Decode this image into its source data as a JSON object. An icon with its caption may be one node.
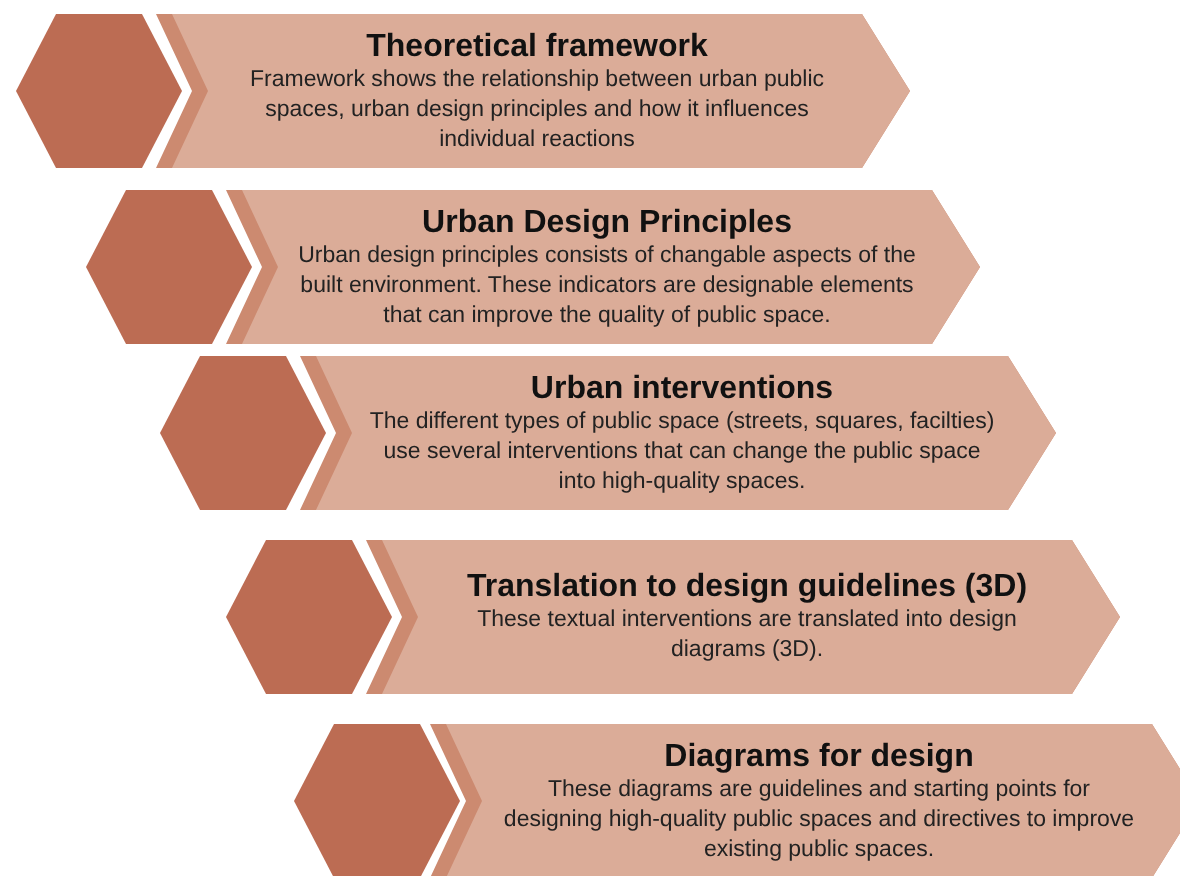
{
  "diagram": {
    "nodes": [
      {
        "text": [],
        "shape": "hexagon"
      },
      {
        "text": [
          "Theoretical framework",
          "Framework shows the relationship between urban public spaces, urban design principles and how it influences individual reactions"
        ]
      },
      {
        "text": [],
        "shape": "hexagon"
      },
      {
        "text": [
          "Urban Design Principles",
          "Urban design principles consists of changable aspects of the built environment. These indicators are designable elements that can improve the quality of public space."
        ]
      },
      {
        "text": [],
        "shape": "hexagon"
      },
      {
        "text": [
          "Urban interventions",
          "The different types of public space (streets, squares, facilties) use several interventions that can change the public space into high-quality spaces."
        ]
      },
      {
        "text": [],
        "shape": "hexagon"
      },
      {
        "text": [
          "Translation to design guidelines (3D)",
          "These textual interventions are translated into design diagrams (3D)."
        ]
      },
      {
        "text": [],
        "shape": "hexagon"
      },
      {
        "text": [
          "Diagrams for design",
          "These diagrams are guidelines and starting points for designing high-quality public spaces and directives to improve existing public spaces."
        ]
      }
    ]
  }
}
